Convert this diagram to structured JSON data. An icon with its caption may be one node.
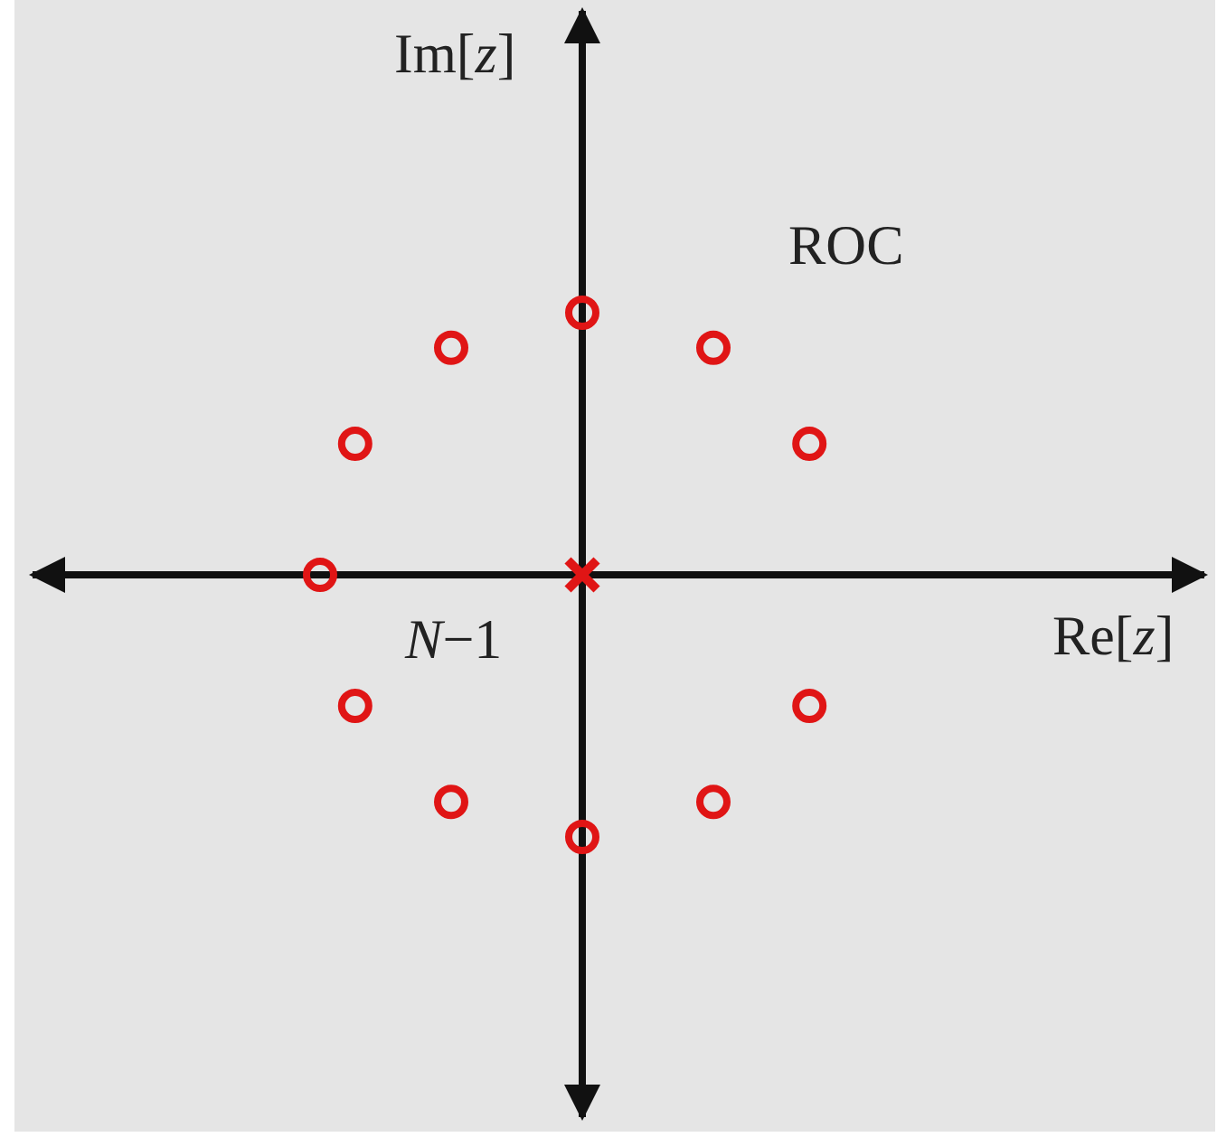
{
  "diagram": {
    "labels": [
      "Im[*z*]",
      "ROC",
      "*N*−1",
      "Re[*z*]"
    ]
  }
}
